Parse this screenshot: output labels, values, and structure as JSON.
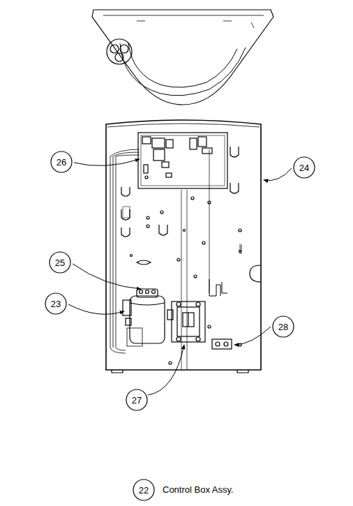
{
  "diagram": {
    "nodes": [
      {
        "text": [
          "26"
        ]
      },
      {
        "text": [
          "24"
        ]
      },
      {
        "text": [
          "25"
        ]
      },
      {
        "text": [
          "23"
        ]
      },
      {
        "text": [
          "28"
        ]
      },
      {
        "text": [
          "27"
        ]
      },
      {
        "text": [
          "22"
        ]
      }
    ],
    "labels": [
      "Control Box Assy."
    ]
  }
}
